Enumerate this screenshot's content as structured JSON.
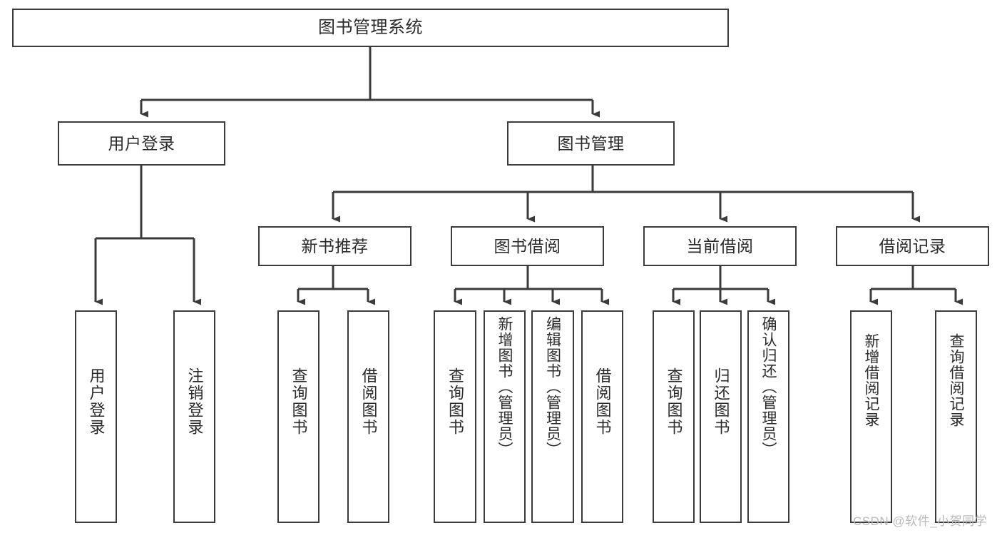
{
  "diagram": {
    "type": "tree-hierarchy-chart",
    "title": "图书管理系统",
    "watermark": "CSDN @软件_小贺同学",
    "colors": {
      "stroke": "#3b3b3b",
      "fill": "#ffffff",
      "text": "#2b2b2b",
      "watermark": "#b9b9b9"
    },
    "nodes": {
      "root": {
        "label": "图书管理系统"
      },
      "level2": [
        {
          "id": "user-login",
          "label": "用户登录"
        },
        {
          "id": "book-manage",
          "label": "图书管理"
        }
      ],
      "level3": [
        {
          "id": "new-book-recommend",
          "label": "新书推荐"
        },
        {
          "id": "book-borrow",
          "label": "图书借阅"
        },
        {
          "id": "current-borrow",
          "label": "当前借阅"
        },
        {
          "id": "borrow-record",
          "label": "借阅记录"
        }
      ],
      "leaves": {
        "user-login": [
          {
            "id": "leaf-user-login",
            "label": "用户登录"
          },
          {
            "id": "leaf-logout-login",
            "label": "注销登录"
          }
        ],
        "new-book-recommend": [
          {
            "id": "leaf-query-book-1",
            "label": "查询图书"
          },
          {
            "id": "leaf-borrow-book-1",
            "label": "借阅图书"
          }
        ],
        "book-borrow": [
          {
            "id": "leaf-query-book-2",
            "label": "查询图书"
          },
          {
            "id": "leaf-add-book",
            "label": "新增图书（管理员）"
          },
          {
            "id": "leaf-edit-book",
            "label": "编辑图书（管理员）"
          },
          {
            "id": "leaf-borrow-book-2",
            "label": "借阅图书"
          }
        ],
        "current-borrow": [
          {
            "id": "leaf-query-book-3",
            "label": "查询图书"
          },
          {
            "id": "leaf-return-book",
            "label": "归还图书"
          },
          {
            "id": "leaf-confirm-return",
            "label": "确认归还（管理员）"
          }
        ],
        "borrow-record": [
          {
            "id": "leaf-add-record",
            "label": "新增借阅记录"
          },
          {
            "id": "leaf-query-record",
            "label": "查询借阅记录"
          }
        ]
      }
    }
  }
}
